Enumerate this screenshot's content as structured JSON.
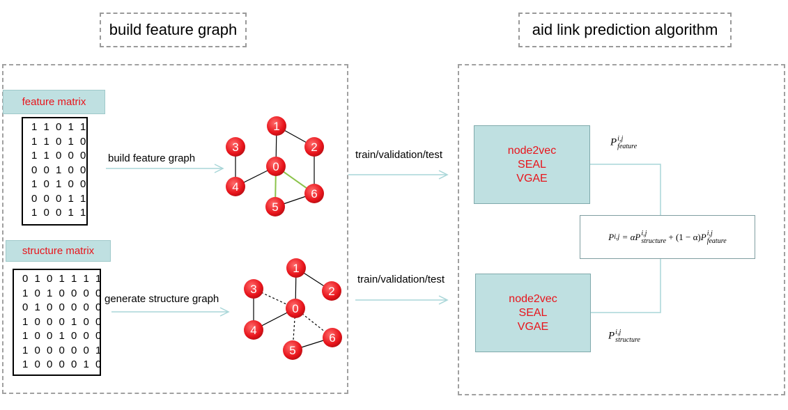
{
  "titles": {
    "left": "build feature graph",
    "right": "aid link prediction algorithm"
  },
  "feature": {
    "tag": "feature matrix",
    "rows": [
      "1 1 0 1 1",
      "1 1 0 1 0",
      "1 1 0 0 0",
      "0 0 1 0 0",
      "1 0 1 0 0",
      "0 0 0 1 1",
      "1 0 0 1 1"
    ],
    "arrow_label": "build feature graph",
    "split_label": "train/validation/test"
  },
  "structure": {
    "tag": "structure matrix",
    "rows": [
      "0 1 0 1 1 1 1",
      "1 0 1 0 0 0 0",
      "0 1 0 0 0 0 0",
      "1 0 0 0 1 0 0",
      "1 0 0 1 0 0 0",
      "1 0 0 0 0 0 1",
      "1 0 0 0 0 1 0"
    ],
    "arrow_label": "generate structure graph",
    "split_label": "train/validation/test"
  },
  "graph_nodes": [
    "0",
    "1",
    "2",
    "3",
    "4",
    "5",
    "6"
  ],
  "algorithms_top": [
    "node2vec",
    "SEAL",
    "VGAE"
  ],
  "algorithms_bottom": [
    "node2vec",
    "SEAL",
    "VGAE"
  ],
  "math": {
    "p_feature": {
      "base": "P",
      "sup": "i,j",
      "sub": "feature"
    },
    "p_structure": {
      "base": "P",
      "sup": "i,j",
      "sub": "structure"
    },
    "formula": {
      "lhs": "P",
      "lhs_sub": "i,j",
      "eq": " = α",
      "t1": "P",
      "t1_sup": "i,j",
      "t1_sub": "structure",
      "mid": " + (1 − α)",
      "t2": "P",
      "t2_sup": "i,j",
      "t2_sub": "feature"
    }
  },
  "colors": {
    "node_fill": "#e8141b",
    "accent_text": "#e8141b",
    "tag_bg": "#bfe0e1",
    "arrow": "#a9d6d8",
    "green_edge": "#8bc34a"
  }
}
